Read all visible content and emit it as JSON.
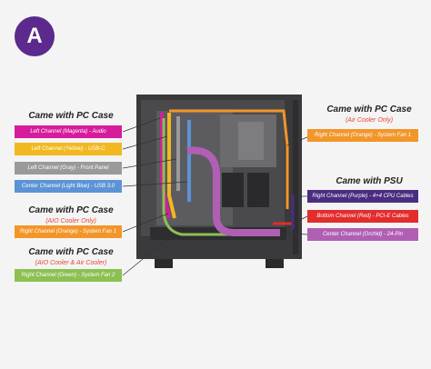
{
  "badge": "A",
  "left": {
    "group1": {
      "title": "Came with PC Case",
      "subtitle": ""
    },
    "group2": {
      "title": "Came with PC Case",
      "subtitle": "(AIO Cooler Only)"
    },
    "group3": {
      "title": "Came with PC Case",
      "subtitle": "(AIO Cooler & Air Cooler)"
    },
    "labels": [
      {
        "text": "Left Channel (Magenta) - Audio",
        "color": "#d61c9c"
      },
      {
        "text": "Left Channel (Yellow) - USB-C",
        "color": "#f2b81f"
      },
      {
        "text": "Left Channel (Gray) - Front Panel",
        "color": "#9a9a9a"
      },
      {
        "text": "Center Channel (Light Blue) - USB 3.0",
        "color": "#5b93d6"
      },
      {
        "text": "Right Channel (Orange) - System Fan 1",
        "color": "#f2962a"
      },
      {
        "text": "Right Channel (Green) - System Fan 2",
        "color": "#8cc152"
      }
    ]
  },
  "right": {
    "group1": {
      "title": "Came with PC Case",
      "subtitle": "(Air Cooler Only)"
    },
    "group2": {
      "title": "Came with PSU",
      "subtitle": ""
    },
    "labels": [
      {
        "text": "Right Channel (Orange) - System Fan 1",
        "color": "#f2962a"
      },
      {
        "text": "Right Channel (Purple) - 4+4 CPU Cables",
        "color": "#4a2d80"
      },
      {
        "text": "Bottom Channel (Red) - PCI-E Cables",
        "color": "#e32c2c"
      },
      {
        "text": "Center Channel (Orchid) - 24-Pin",
        "color": "#b05fb4"
      }
    ]
  }
}
